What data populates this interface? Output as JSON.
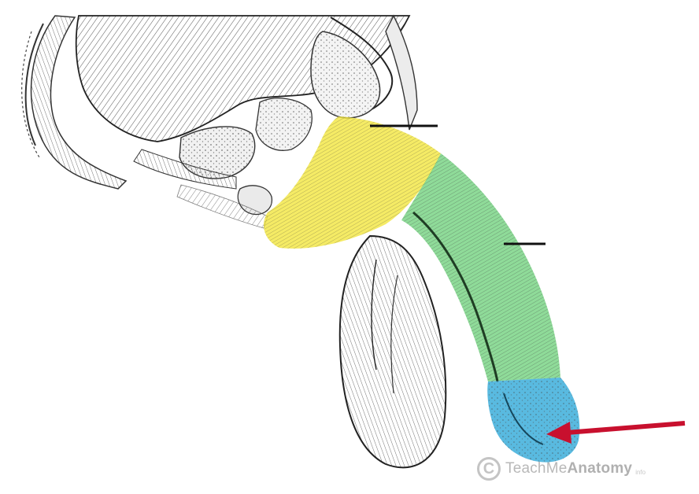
{
  "figure": {
    "regions": [
      {
        "name": "prostatic-membranous-region",
        "color": "#f2e63a"
      },
      {
        "name": "spongy-urethra-shaft-region",
        "color": "#6fd17c"
      },
      {
        "name": "glans-navicular-fossa-region",
        "color": "#2fa9d8"
      }
    ],
    "arrow": {
      "color": "#c8102e"
    },
    "pointer_lines": 2
  },
  "watermark": {
    "brand_light": "TeachMe",
    "brand_bold": "Anatomy",
    "suffix": "info"
  }
}
